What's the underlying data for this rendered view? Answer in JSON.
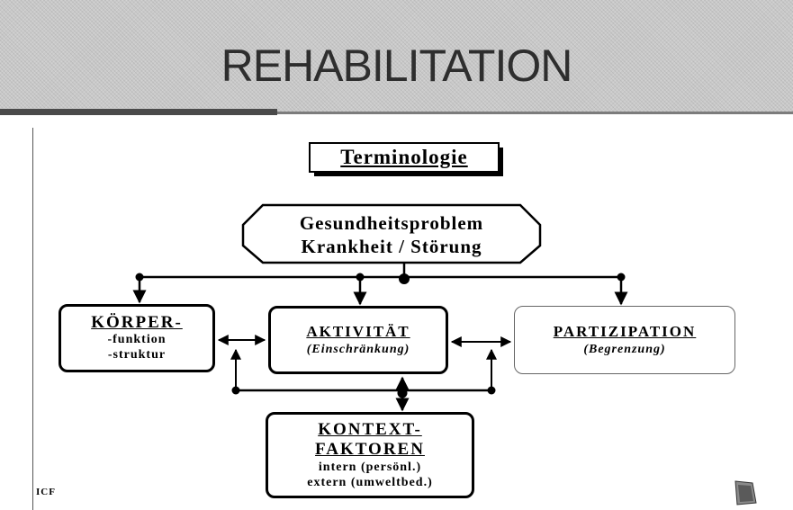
{
  "banner": {
    "title": "REHABILITATION"
  },
  "heading": "Terminologie",
  "health_problem": {
    "line1": "Gesundheitsproblem",
    "line2": "Krankheit / Störung"
  },
  "koerper": {
    "title": "KÖRPER-",
    "line1": "-funktion",
    "line2": "-struktur"
  },
  "aktivitaet": {
    "title": "AKTIVITÄT",
    "sub": "(Einschränkung)"
  },
  "partizipation": {
    "title": "PARTIZIPATION",
    "sub": "(Begrenzung)"
  },
  "kontext": {
    "title1": "KONTEXT-",
    "title2": "FAKTOREN",
    "line1": "intern (persönl.)",
    "line2": "extern (umweltbed.)"
  },
  "footer": {
    "label": "ICF"
  },
  "colors": {
    "banner_bg": "#c9c9c9",
    "title": "#2e2e2e",
    "lines": "#000000"
  }
}
